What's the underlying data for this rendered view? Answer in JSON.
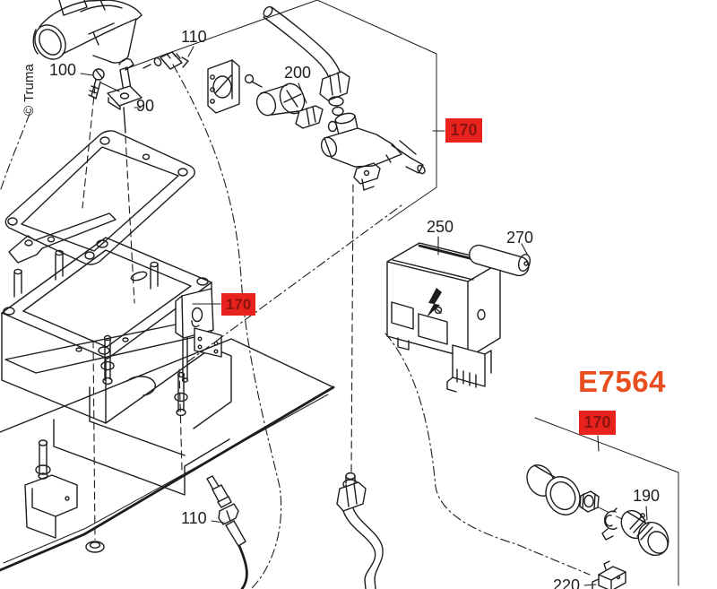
{
  "diagram": {
    "watermark": "© Truma",
    "figure_code": "E7564",
    "colors": {
      "background": "#ffffff",
      "line": "#1d1d1d",
      "highlight_bg": "#e8221c",
      "highlight_text": "#8a1410",
      "figure_code": "#e84e1f"
    },
    "part_labels": [
      {
        "id": "110-top",
        "text": "110"
      },
      {
        "id": "100",
        "text": "100"
      },
      {
        "id": "90",
        "text": "90"
      },
      {
        "id": "200",
        "text": "200"
      },
      {
        "id": "250",
        "text": "250"
      },
      {
        "id": "270",
        "text": "270"
      },
      {
        "id": "190",
        "text": "190"
      },
      {
        "id": "110-bottom",
        "text": "110"
      },
      {
        "id": "220",
        "text": "220"
      }
    ],
    "highlight_labels": [
      {
        "id": "170-gas-valve-group",
        "text": "170"
      },
      {
        "id": "170-mounting-bracket",
        "text": "170"
      },
      {
        "id": "170-control-knob-group",
        "text": "170"
      }
    ]
  }
}
